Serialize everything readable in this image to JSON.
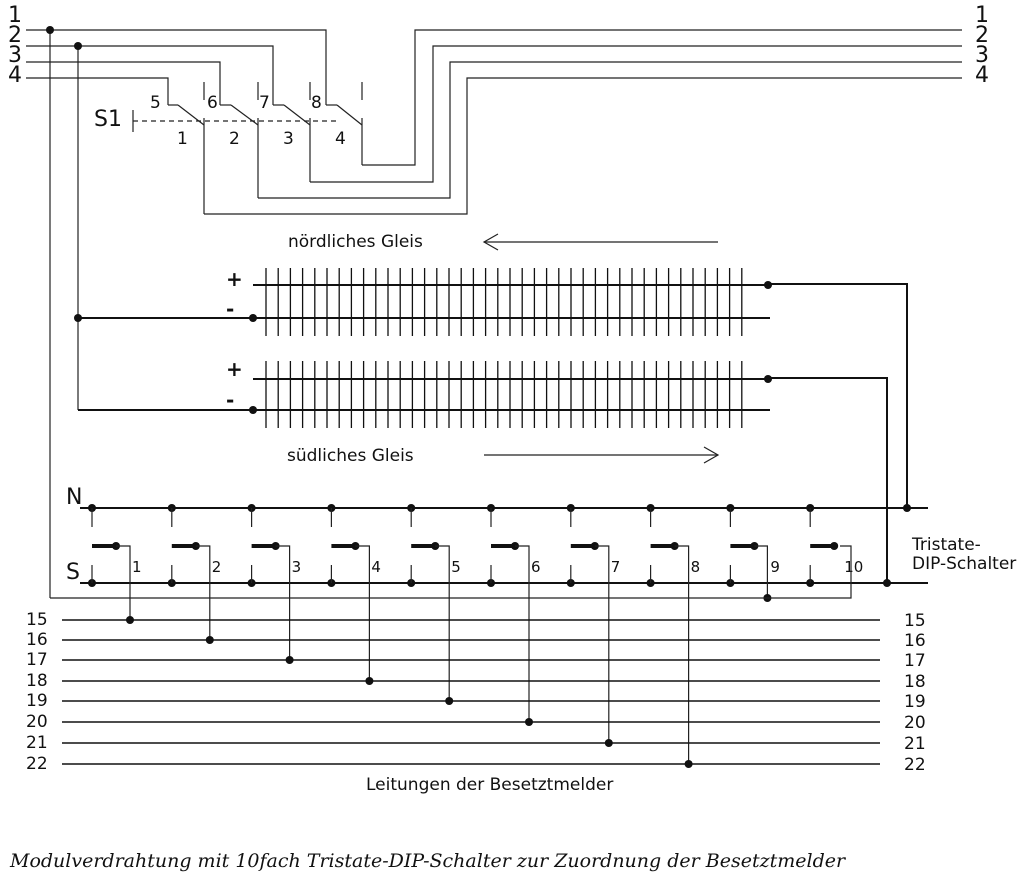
{
  "bus_left_labels": [
    "1",
    "2",
    "3",
    "4"
  ],
  "bus_right_labels": [
    "1",
    "2",
    "3",
    "4"
  ],
  "s1": {
    "name": "S1",
    "upper_labels": [
      "5",
      "6",
      "7",
      "8"
    ],
    "lower_labels": [
      "1",
      "2",
      "3",
      "4"
    ]
  },
  "tracks": {
    "north_label": "nördliches Gleis",
    "south_label": "südliches Gleis",
    "plus": "+",
    "minus": "-"
  },
  "dip": {
    "n_label": "N",
    "s_label": "S",
    "switch_labels": [
      "1",
      "2",
      "3",
      "4",
      "5",
      "6",
      "7",
      "8",
      "9",
      "10"
    ],
    "name_line1": "Tristate-",
    "name_line2": "DIP-Schalter"
  },
  "detector_lines": {
    "left_labels": [
      "15",
      "16",
      "17",
      "18",
      "19",
      "20",
      "21",
      "22"
    ],
    "right_labels": [
      "15",
      "16",
      "17",
      "18",
      "19",
      "20",
      "21",
      "22"
    ],
    "caption": "Leitungen der Besetztmelder"
  },
  "figure_caption": "Modulverdrahtung mit 10fach Tristate-DIP-Schalter zur Zuordnung der Besetztmelder"
}
